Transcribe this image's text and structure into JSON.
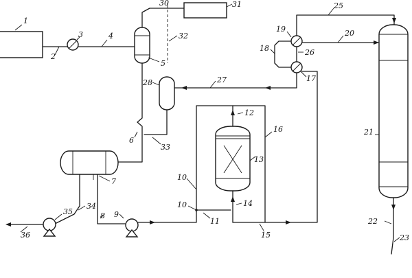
{
  "diagram": {
    "labels": [
      "1",
      "2",
      "3",
      "4",
      "5",
      "6",
      "7",
      "8",
      "9",
      "10",
      "10",
      "11",
      "12",
      "13",
      "14",
      "15",
      "16",
      "17",
      "18",
      "19",
      "20",
      "21",
      "22",
      "23",
      "25",
      "26",
      "27",
      "28",
      "30",
      "31",
      "32",
      "33",
      "34",
      "35",
      "36"
    ]
  }
}
